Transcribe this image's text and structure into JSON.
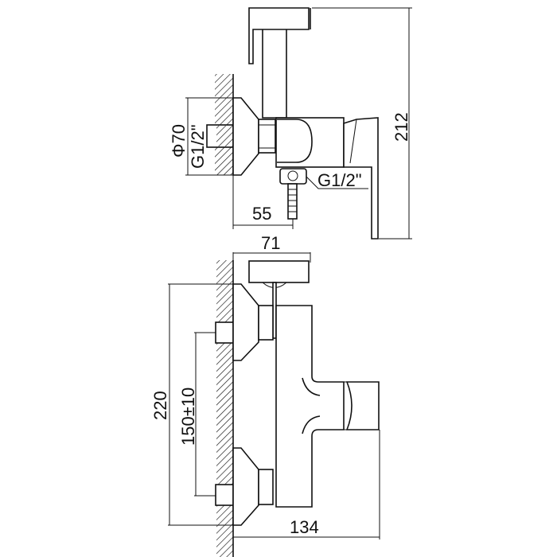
{
  "drawing": {
    "title": "Wall-mounted mixer with hand-held bidet spray – dimension drawing",
    "side_view": {
      "height_dim": "212",
      "flange_diameter": "Φ70",
      "wall_thread": "G1/2\"",
      "outlet_thread": "G1/2\"",
      "projection_dim": "55"
    },
    "front_view": {
      "width_dim": "71",
      "total_height_dim": "220",
      "center_distance_dim": "150±10",
      "depth_dim": "134"
    },
    "colors": {
      "line": "#111111",
      "background": "#ffffff"
    }
  }
}
